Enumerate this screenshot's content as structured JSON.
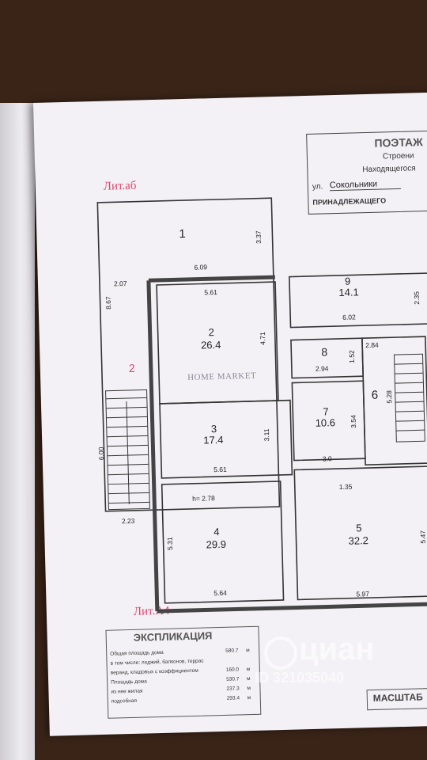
{
  "header": {
    "title": "ПОЭТАЖ",
    "line2": "Строени",
    "line3": "Находящегося",
    "street_prefix": "ул.",
    "street": "Сокольники",
    "owner": "ПРИНАДЛЕЖАЩЕГО"
  },
  "labels": {
    "lit_top": "Лит.аб",
    "lit_bottom": "Лит.А4",
    "watermark_center": "HOME MARKET",
    "height_note": "h= 2.78"
  },
  "rooms": [
    {
      "id": "1",
      "area": ""
    },
    {
      "id": "2",
      "area": "26.4"
    },
    {
      "id": "3",
      "area": "17.4"
    },
    {
      "id": "4",
      "area": "29.9"
    },
    {
      "id": "5",
      "area": "32.2"
    },
    {
      "id": "6",
      "area": ""
    },
    {
      "id": "7",
      "area": "10.6"
    },
    {
      "id": "8",
      "area": ""
    },
    {
      "id": "9",
      "area": "14.1"
    },
    {
      "id": "2",
      "area": ""
    }
  ],
  "dimensions": [
    "6.09",
    "3.37",
    "8.67",
    "2.07",
    "5.61",
    "4.71",
    "6.02",
    "2.35",
    "2.84",
    "1.52",
    "2.94",
    "5.28",
    "3.54",
    "3.11",
    "3.0",
    "6.00",
    "5.61",
    "1.35",
    "2.23",
    "5.31",
    "5.64",
    "5.97",
    "5.47"
  ],
  "explication": {
    "title": "ЭКСПЛИКАЦИЯ",
    "rows": [
      {
        "label": "Общая площадь дома",
        "value": "580.7",
        "unit": "м"
      },
      {
        "label": "в том числе: лоджий, балконов, террас",
        "value": "",
        "unit": ""
      },
      {
        "label": "веранд, кладовых с коэффициентом",
        "value": "160.0",
        "unit": "м"
      },
      {
        "label": "Площадь дома",
        "value": "530.7",
        "unit": "м"
      },
      {
        "label": "из нее жилая",
        "value": "237.3",
        "unit": "м"
      },
      {
        "label": "подсобная",
        "value": "293.4",
        "unit": "м"
      }
    ]
  },
  "scale": {
    "label": "МАСШТАБ"
  },
  "watermark": {
    "brand": "циан",
    "id": "ID 321035040"
  }
}
